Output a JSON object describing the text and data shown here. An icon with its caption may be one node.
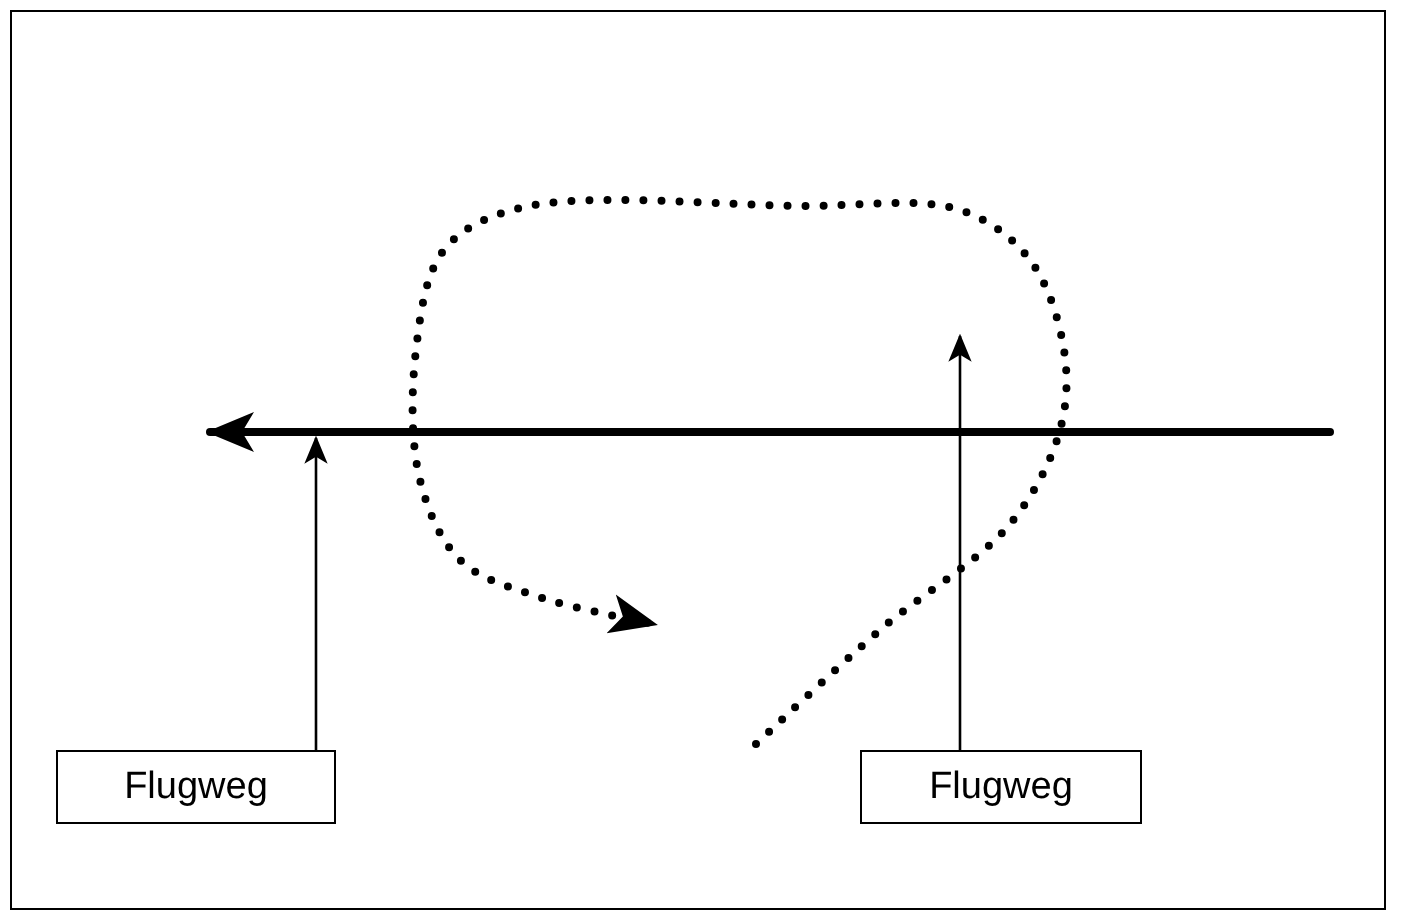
{
  "diagram": {
    "nodes": [
      {
        "text": [
          "Flugweg"
        ]
      },
      {
        "text": [
          "Flugweg"
        ]
      },
      {
        "text": [],
        "shape": "line"
      },
      {
        "text": [],
        "shape": "line"
      }
    ],
    "edges": [
      {
        "from": 0,
        "to": 2,
        "arrow": "to"
      },
      {
        "from": 1,
        "to": 3,
        "arrow": "to"
      }
    ]
  }
}
